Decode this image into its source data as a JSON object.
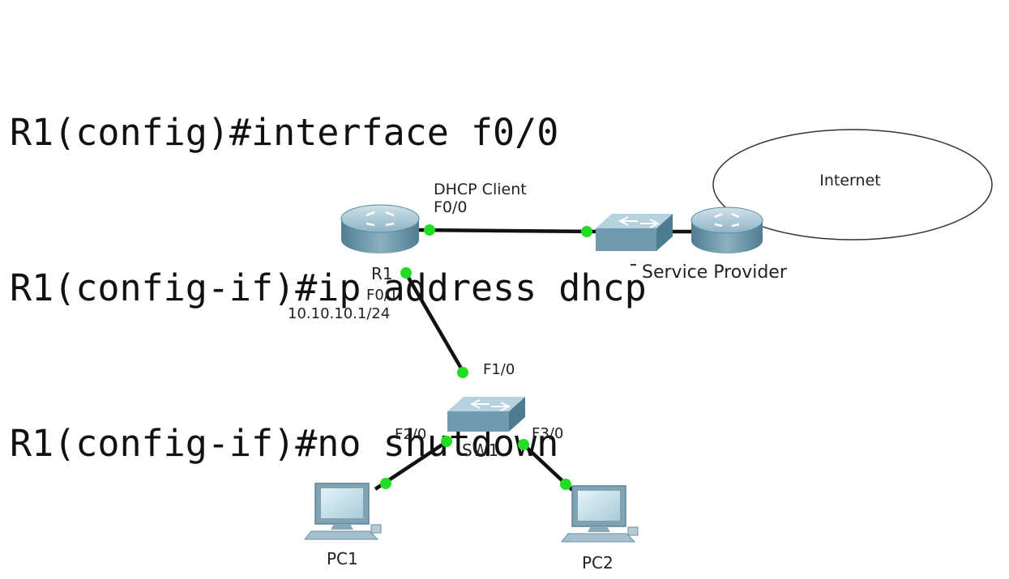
{
  "cli": {
    "lines": [
      "R1(config)#interface f0/0",
      "R1(config-if)#ip address dhcp",
      "R1(config-if)#no shutdown"
    ]
  },
  "diagram": {
    "cloud_label": "Internet",
    "r1": {
      "name": "R1",
      "if_f00": "F0/0",
      "if_f00_role": "DHCP Client",
      "if_f01": "F0/1",
      "if_f01_ip": "10.10.10.1/24"
    },
    "isp": {
      "name": "Service Provider"
    },
    "sw1": {
      "name": "SW1",
      "if_f10": "F1/0",
      "if_f20": "F2/0",
      "if_f30": "F3/0"
    },
    "pc1": {
      "name": "PC1"
    },
    "pc2": {
      "name": "PC2"
    },
    "colors": {
      "link": "#111111",
      "port_up": "#22dd22",
      "device_top": "#a9c8d6",
      "device_side": "#5c8aa0",
      "screen": "#cfe6f0"
    }
  }
}
